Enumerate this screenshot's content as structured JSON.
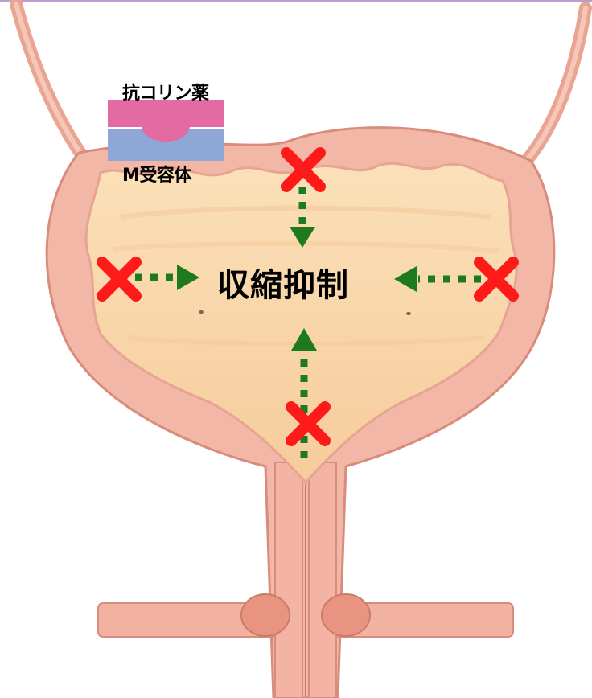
{
  "labels": {
    "drug": "抗コリン薬",
    "receptor": "M受容体",
    "center": "収縮抑制"
  },
  "colors": {
    "drug_block": "#e46ba2",
    "receptor_block": "#8fa7d6",
    "blocked_x": "#ff1a1a",
    "arrow": "#1e7a1e",
    "bladder_wall": "#f1b3a3",
    "bladder_lumen": "#f9d8ad",
    "top_bar": "#b9a0cc"
  },
  "icons": {
    "block_marker": "red-x-icon",
    "arrow": "green-dotted-arrow-icon"
  }
}
